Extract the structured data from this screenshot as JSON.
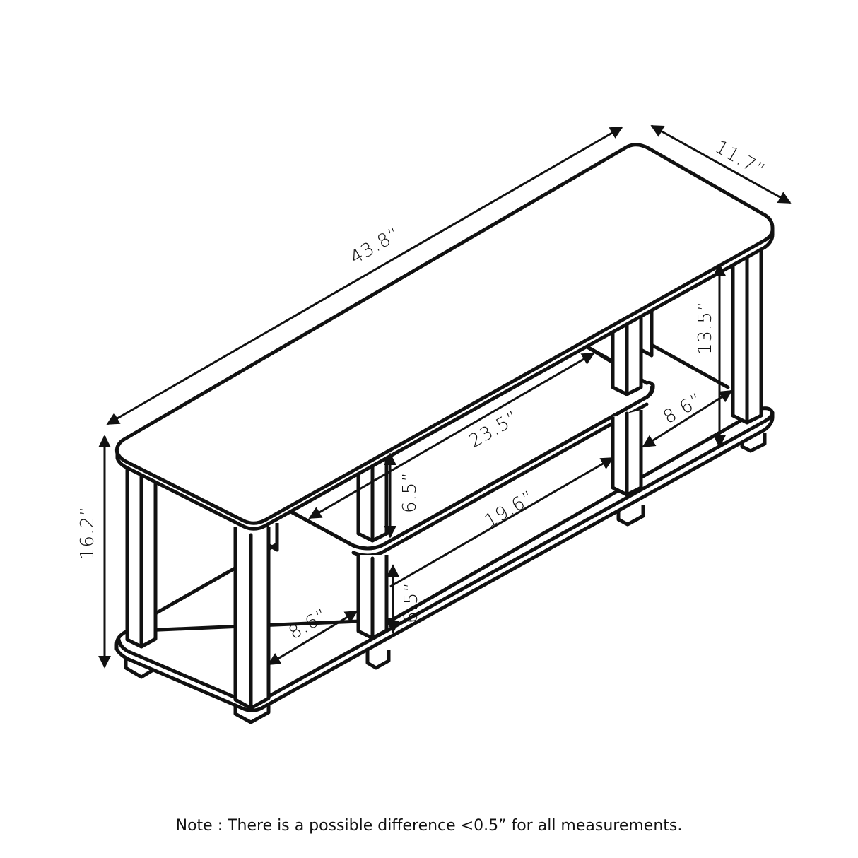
{
  "diagram": {
    "subject": "3-tier TV stand dimension drawing",
    "line_color": "#111111",
    "background": "#ffffff",
    "dimensions": {
      "overall_width": "43.8”",
      "overall_depth": "11.7”",
      "overall_height": "16.2”",
      "top_clearance_height": "13.5”",
      "middle_shelf_width": "23.5”",
      "lower_opening_width": "19.6”",
      "middle_upper_height": "6.5”",
      "middle_lower_height": "6.5”",
      "right_opening_depth": "8.6”",
      "left_opening_depth": "8.6”"
    }
  },
  "note": {
    "text": "Note : There is a possible difference <0.5” for all measurements."
  }
}
